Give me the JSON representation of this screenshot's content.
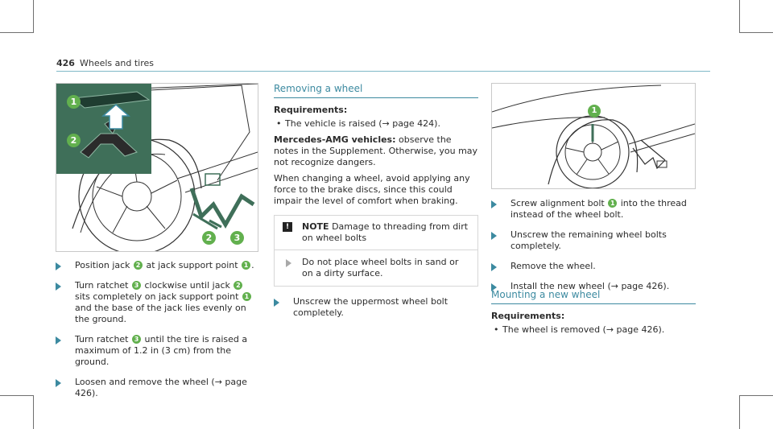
{
  "header": {
    "page_number": "426",
    "section": "Wheels and tires"
  },
  "left_column": {
    "steps": [
      {
        "parts": [
          "Position jack ",
          "2",
          " at jack support point ",
          "1",
          "."
        ]
      },
      {
        "parts": [
          "Turn ratchet ",
          "3",
          " clockwise until jack ",
          "2",
          " sits completely on jack support point ",
          "1",
          " and the base of the jack lies evenly on the ground."
        ]
      },
      {
        "parts": [
          "Turn ratchet ",
          "3",
          " until the tire is raised a maximum of 1.2 in (3 cm) from the ground."
        ]
      },
      {
        "parts": [
          "Loosen and remove the wheel (→ page 426)."
        ]
      }
    ]
  },
  "middle_column": {
    "heading": "Removing a wheel",
    "requirements_label": "Requirements:",
    "requirement": "The vehicle is raised (→ page 424).",
    "amg_label": "Mercedes-AMG vehicles:",
    "amg_text": "observe the notes in the Supplement. Otherwise, you may not recognize dangers.",
    "paragraph": "When changing a wheel, avoid applying any force to the brake discs, since this could impair the level of comfort when braking.",
    "note": {
      "icon": "!",
      "title": "NOTE",
      "text": "Damage to threading from dirt on wheel bolts",
      "action": "Do not place wheel bolts in sand or on a dirty surface."
    },
    "step": "Unscrew the uppermost wheel bolt completely."
  },
  "right_column": {
    "steps": [
      {
        "parts": [
          "Screw alignment bolt ",
          "1",
          " into the thread instead of the wheel bolt."
        ]
      },
      {
        "parts": [
          "Unscrew the remaining wheel bolts completely."
        ]
      },
      {
        "parts": [
          "Remove the wheel."
        ]
      },
      {
        "parts": [
          "Install the new wheel (→ page 426)."
        ]
      }
    ],
    "heading": "Mounting a new wheel",
    "requirements_label": "Requirements:",
    "requirement": "The wheel is removed (→ page 426)."
  },
  "figures": {
    "left_callouts": [
      "1",
      "2",
      "2",
      "3"
    ],
    "right_callout": "1"
  },
  "colors": {
    "accent": "#3c8aa0",
    "callout": "#62b04e",
    "highlight": "#3f6f59"
  }
}
